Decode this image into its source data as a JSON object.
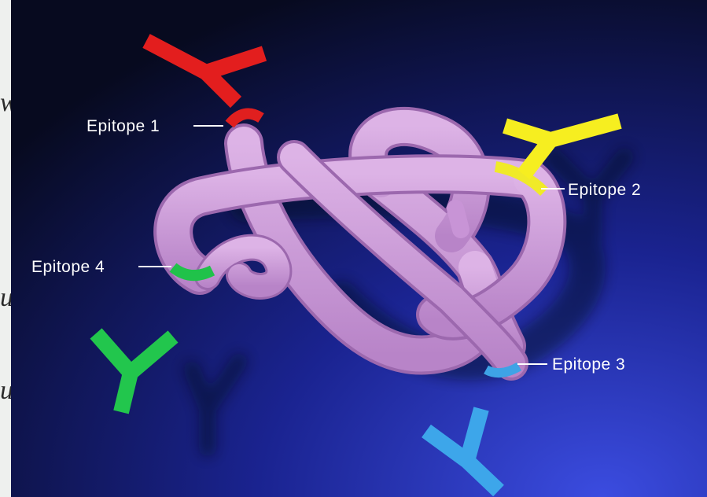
{
  "side_text": [
    "w",
    "u",
    "u"
  ],
  "epitopes": [
    {
      "label": "Epitope 1",
      "color": "#e01f1f"
    },
    {
      "label": "Epitope 2",
      "color": "#f0ea28"
    },
    {
      "label": "Epitope 3",
      "color": "#3ea3e6"
    },
    {
      "label": "Epitope 4",
      "color": "#20c24a"
    }
  ],
  "antibody_colors": {
    "red": "#e31e1e",
    "yellow": "#f6ee20",
    "green": "#22c64d",
    "blue": "#3da6ea"
  },
  "protein_color": "#cc9ad8",
  "background": {
    "top": "#080b22",
    "bottom": "#3b4ce0"
  }
}
